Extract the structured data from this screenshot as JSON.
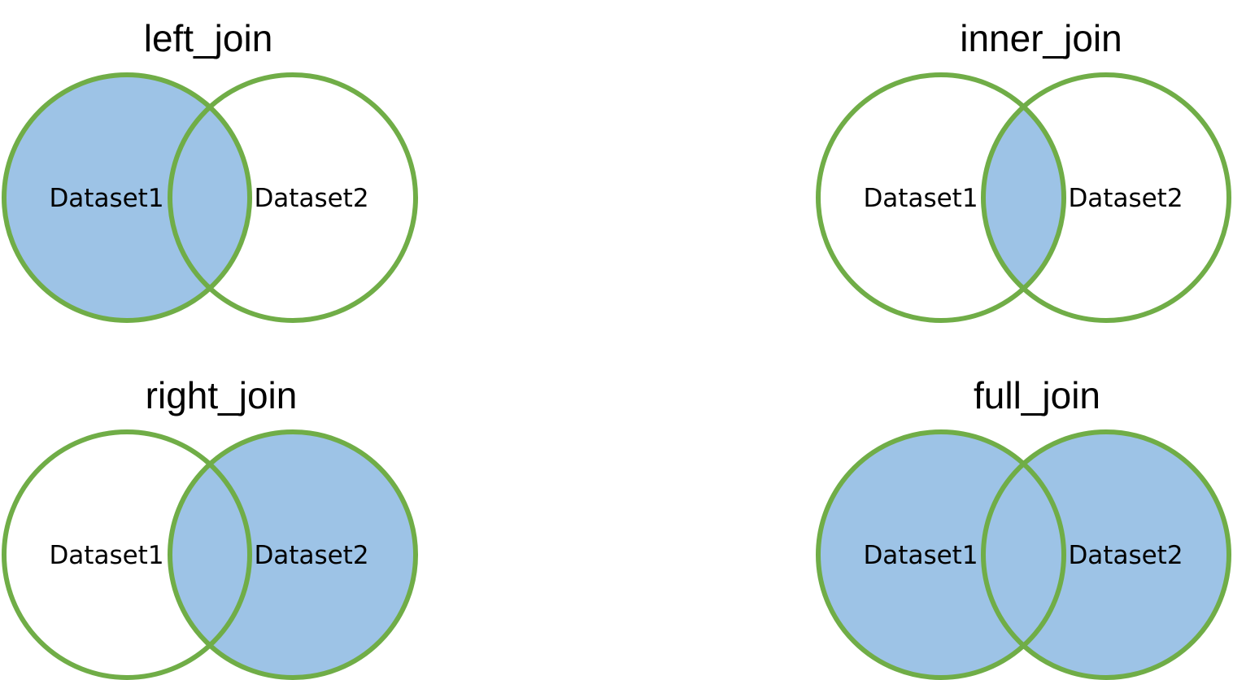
{
  "colors": {
    "fill": "#9dc3e6",
    "stroke": "#70ad47",
    "background": "#ffffff"
  },
  "panels": [
    {
      "title": "left_join",
      "left_label": "Dataset1",
      "right_label": "Dataset2",
      "shaded": [
        "left",
        "intersection"
      ]
    },
    {
      "title": "inner_join",
      "left_label": "Dataset1",
      "right_label": "Dataset2",
      "shaded": [
        "intersection"
      ]
    },
    {
      "title": "right_join",
      "left_label": "Dataset1",
      "right_label": "Dataset2",
      "shaded": [
        "right",
        "intersection"
      ]
    },
    {
      "title": "full_join",
      "left_label": "Dataset1",
      "right_label": "Dataset2",
      "shaded": [
        "left",
        "right",
        "intersection"
      ]
    }
  ]
}
